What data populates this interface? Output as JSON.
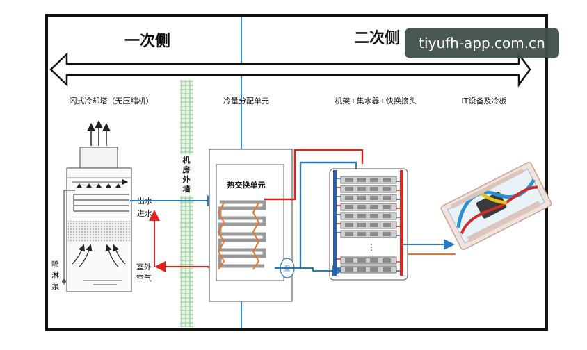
{
  "sides": {
    "primary": "一次侧",
    "secondary": "二次侧"
  },
  "headings": {
    "tower": "闪式冷却塔（无压缩机）",
    "cdu": "冷量分配单元",
    "rack": "机架+集水器+快换接头",
    "it": "IT设备及冷板"
  },
  "wall_label": [
    "机",
    "房",
    "外",
    "墙"
  ],
  "tower_labels": {
    "outlet": "出水",
    "inlet": "进水",
    "spray_pump": [
      "喷",
      "淋",
      "泵"
    ],
    "outdoor_air": [
      "室外",
      "空气"
    ]
  },
  "cdu_labels": {
    "hex": "热交换单元",
    "pump": "泵"
  },
  "rack_ellipsis": "⋮",
  "watermark": "tiyufh-app.com.cn",
  "colors": {
    "hot": "#e0201b",
    "cold": "#2a7ac0",
    "wall": "#9ccf9c",
    "hex": "#e8742a",
    "divider": "#2a8fd0"
  }
}
